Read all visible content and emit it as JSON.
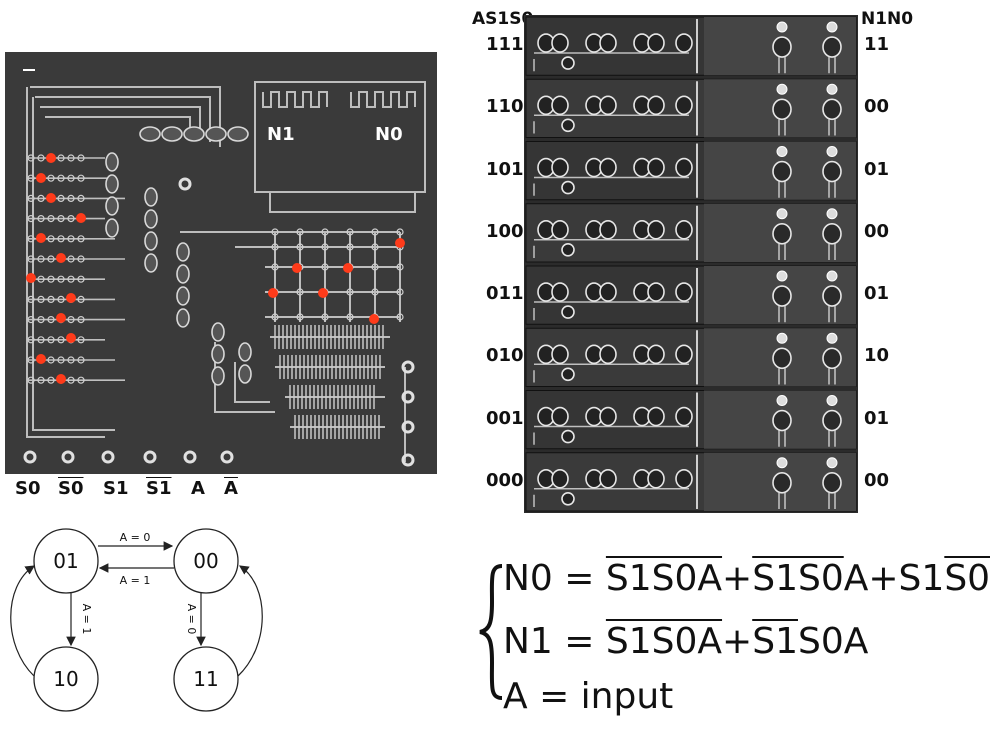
{
  "chip": {
    "nodes": [
      "N1",
      "N0"
    ],
    "inputs": [
      {
        "text": "S0",
        "overline": false
      },
      {
        "text": "S0",
        "overline": true
      },
      {
        "text": "S1",
        "overline": false
      },
      {
        "text": "S1",
        "overline": true
      },
      {
        "text": "A",
        "overline": false
      },
      {
        "text": "A",
        "overline": true
      }
    ]
  },
  "sequence": {
    "left_header": "AS1S0",
    "right_header": "N1N0",
    "rows": [
      {
        "input": "111",
        "output": "11"
      },
      {
        "input": "110",
        "output": "00"
      },
      {
        "input": "101",
        "output": "01"
      },
      {
        "input": "100",
        "output": "00"
      },
      {
        "input": "011",
        "output": "01"
      },
      {
        "input": "010",
        "output": "10"
      },
      {
        "input": "001",
        "output": "01"
      },
      {
        "input": "000",
        "output": "00"
      }
    ]
  },
  "state_diagram": {
    "states": [
      "01",
      "00",
      "10",
      "11"
    ],
    "transitions": [
      "A = 0",
      "A = 1",
      "A = 1",
      "A = 0"
    ]
  },
  "equations": {
    "lhs": [
      "N0 =",
      "N1 =",
      "A = input"
    ],
    "n0_terms": [
      [
        "S1S0A"
      ],
      [
        "S1S0",
        "A"
      ],
      [
        "S1",
        "S0"
      ]
    ],
    "n1_terms": [
      [
        "S1S0A"
      ],
      [
        "S1",
        "S0A"
      ]
    ],
    "plus": "+"
  },
  "colors": {
    "chip_bg": "#3b3b3b",
    "channel": "#b5b5b5",
    "valve_active": "#ff3b1a",
    "photo_bg": "#2a2a2a"
  }
}
